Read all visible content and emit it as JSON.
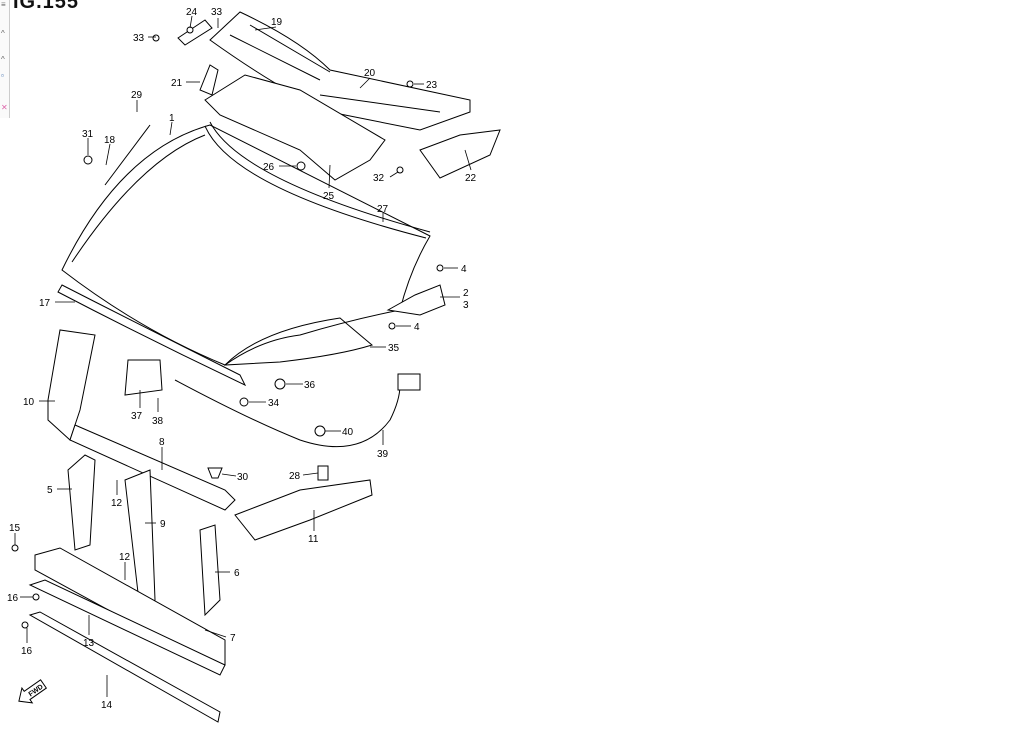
{
  "title": "IG.155",
  "sidebar_icons": [
    "menu-icon",
    "arrow-icon",
    "arrow-icon",
    "link-icon",
    "close-icon"
  ],
  "callouts": [
    "24",
    "33",
    "19",
    "33",
    "20",
    "23",
    "21",
    "29",
    "1",
    "31",
    "18",
    "26",
    "25",
    "32",
    "22",
    "27",
    "4",
    "2",
    "3",
    "4",
    "17",
    "35",
    "36",
    "10",
    "37",
    "34",
    "38",
    "40",
    "8",
    "39",
    "30",
    "28",
    "5",
    "12",
    "9",
    "11",
    "15",
    "12",
    "6",
    "16",
    "7",
    "13",
    "16",
    "14"
  ],
  "fwd_label": "FWD"
}
